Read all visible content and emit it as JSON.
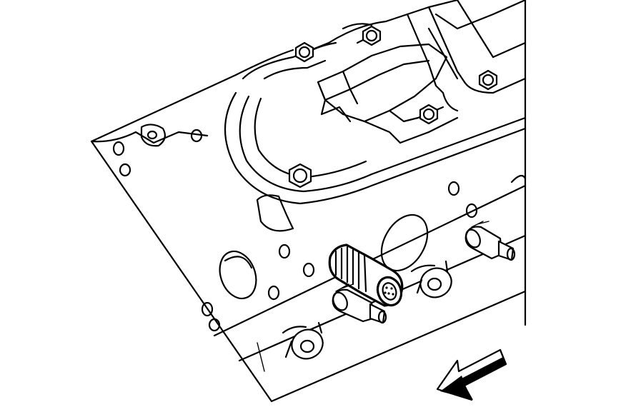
{
  "figure": {
    "colors": {
      "line": "#000000",
      "background": "#ffffff",
      "highlight_outline": "#000000"
    },
    "components": [
      {
        "name": "cylinder-head"
      },
      {
        "name": "intake-manifold"
      },
      {
        "name": "sensor"
      },
      {
        "name": "flange-bolts"
      },
      {
        "name": "valve-lifters"
      },
      {
        "name": "direction-arrow-icon"
      }
    ]
  }
}
